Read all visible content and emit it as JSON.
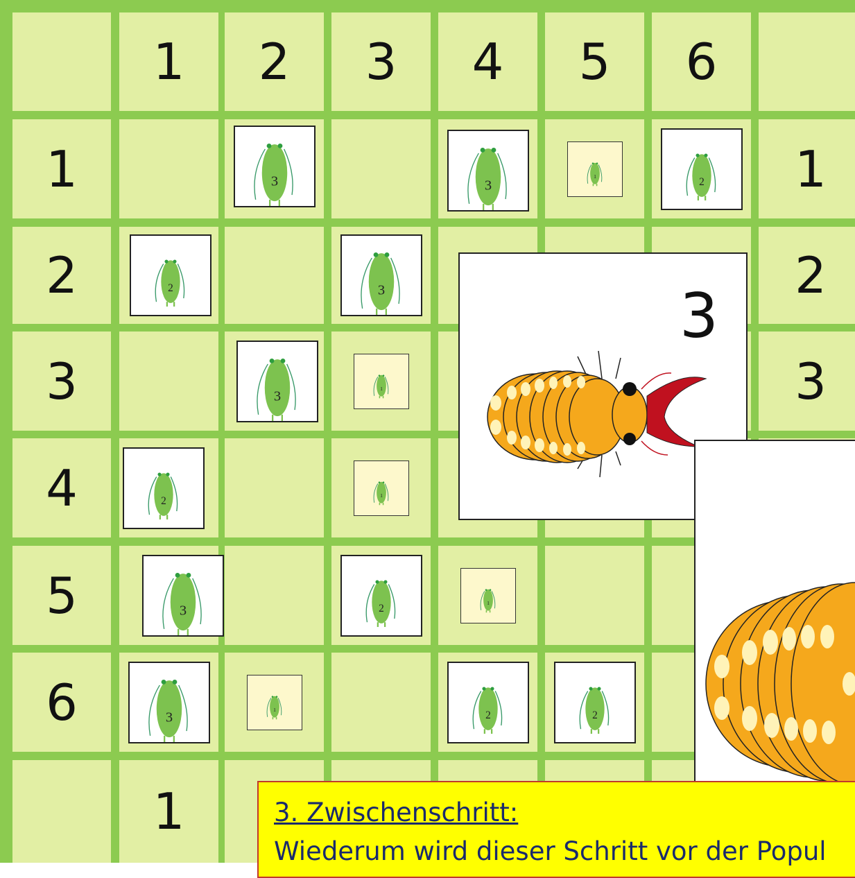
{
  "board": {
    "column_labels": [
      "1",
      "2",
      "3",
      "4",
      "5",
      "6"
    ],
    "row_labels": [
      "1",
      "2",
      "3",
      "4",
      "5",
      "6"
    ],
    "right_row_labels": [
      "1",
      "2",
      "3"
    ],
    "bottom_column_labels": [
      "1"
    ],
    "colors": {
      "grid": "#8ccb50",
      "cell": "#e2efa4",
      "card_small": "#fdf8cc",
      "aphid": "#7dc24f"
    }
  },
  "aphid_cards": [
    {
      "row": 1,
      "col": 2,
      "value": "3",
      "icon": "aphid-icon"
    },
    {
      "row": 1,
      "col": 4,
      "value": "3",
      "icon": "aphid-icon"
    },
    {
      "row": 1,
      "col": 5,
      "value": "1",
      "icon": "aphid-icon"
    },
    {
      "row": 1,
      "col": 6,
      "value": "2",
      "icon": "aphid-icon"
    },
    {
      "row": 2,
      "col": 1,
      "value": "2",
      "icon": "aphid-icon"
    },
    {
      "row": 2,
      "col": 3,
      "value": "3",
      "icon": "aphid-icon"
    },
    {
      "row": 3,
      "col": 2,
      "value": "3",
      "icon": "aphid-icon"
    },
    {
      "row": 3,
      "col": 3,
      "value": "1",
      "icon": "aphid-icon"
    },
    {
      "row": 4,
      "col": 1,
      "value": "2",
      "icon": "aphid-icon"
    },
    {
      "row": 4,
      "col": 3,
      "value": "1",
      "icon": "aphid-icon"
    },
    {
      "row": 5,
      "col": 1,
      "value": "3",
      "icon": "aphid-icon"
    },
    {
      "row": 5,
      "col": 3,
      "value": "2",
      "icon": "aphid-icon"
    },
    {
      "row": 5,
      "col": 4,
      "value": "1",
      "icon": "aphid-icon"
    },
    {
      "row": 6,
      "col": 1,
      "value": "3",
      "icon": "aphid-icon"
    },
    {
      "row": 6,
      "col": 2,
      "value": "1",
      "icon": "aphid-icon"
    },
    {
      "row": 6,
      "col": 4,
      "value": "2",
      "icon": "aphid-icon"
    },
    {
      "row": 6,
      "col": 5,
      "value": "2",
      "icon": "aphid-icon"
    }
  ],
  "beetle_card": {
    "value": "3",
    "icon": "ladybird-larva-icon"
  },
  "beetle_card_zoom": {
    "icon": "ladybird-larva-icon"
  },
  "instruction": {
    "title": "3. Zwischenschritt:",
    "text": "Wiederum wird dieser Schritt vor der Popul"
  }
}
